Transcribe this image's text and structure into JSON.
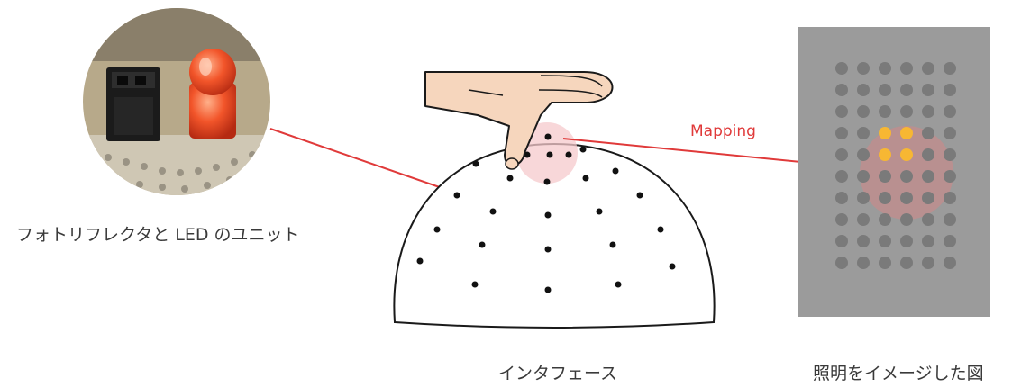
{
  "captions": {
    "photo": "フォトリフレクタと LED のユニット",
    "interface": "インタフェース",
    "lighting": "照明をイメージした図"
  },
  "mapping_label": "Mapping",
  "colors": {
    "mapping_line": "#e03a3a",
    "mapping_text": "#e03a3a",
    "touch_highlight": "#f6c9cc",
    "led_grid_bg": "#9b9b9b",
    "led_off": "#7a7a7a",
    "led_on": "#f7b733",
    "led_glow": "#c98a8a",
    "hand_fill": "#f6d6bd"
  },
  "led_grid": {
    "columns": 6,
    "rows": 10,
    "lit": [
      [
        3,
        2
      ],
      [
        3,
        3
      ],
      [
        4,
        2
      ],
      [
        4,
        3
      ]
    ]
  },
  "icons": [
    "photo-unit-icon",
    "hand-icon",
    "dome-icon",
    "led-grid-icon"
  ]
}
